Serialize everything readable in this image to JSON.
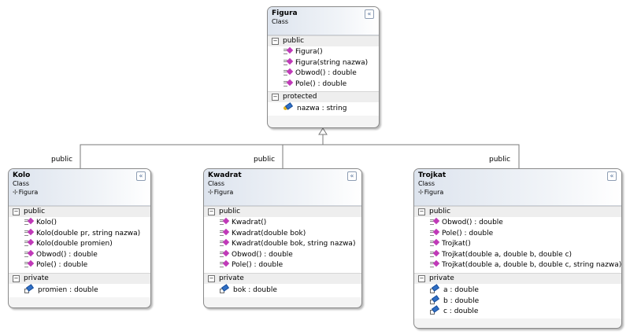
{
  "classes": {
    "figura": {
      "name": "Figura",
      "kind": "Class",
      "sections": [
        {
          "label": "public",
          "members": [
            "Figura()",
            "Figura(string nazwa)",
            "Obwod() : double",
            "Pole() : double"
          ]
        },
        {
          "label": "protected",
          "members": [
            "nazwa : string"
          ]
        }
      ]
    },
    "kolo": {
      "name": "Kolo",
      "kind": "Class",
      "inherits": "Figura",
      "sections": [
        {
          "label": "public",
          "members": [
            "Kolo()",
            "Kolo(double pr, string nazwa)",
            "Kolo(double promien)",
            "Obwod() : double",
            "Pole() : double"
          ]
        },
        {
          "label": "private",
          "members": [
            "promien : double"
          ]
        }
      ]
    },
    "kwadrat": {
      "name": "Kwadrat",
      "kind": "Class",
      "inherits": "Figura",
      "sections": [
        {
          "label": "public",
          "members": [
            "Kwadrat()",
            "Kwadrat(double bok)",
            "Kwadrat(double bok, string nazwa)",
            "Obwod() : double",
            "Pole() : double"
          ]
        },
        {
          "label": "private",
          "members": [
            "bok : double"
          ]
        }
      ]
    },
    "trojkat": {
      "name": "Trojkat",
      "kind": "Class",
      "inherits": "Figura",
      "sections": [
        {
          "label": "public",
          "members": [
            "Obwod() : double",
            "Pole() : double",
            "Trojkat()",
            "Trojkat(double a, double b, double c)",
            "Trojkat(double a, double b, double c, string nazwa)"
          ]
        },
        {
          "label": "private",
          "members": [
            "a : double",
            "b : double",
            "c : double"
          ]
        }
      ]
    }
  },
  "edges": {
    "kolo": "public",
    "kwadrat": "public",
    "trojkat": "public"
  },
  "ui": {
    "collapse_glyph": "«",
    "section_toggle_glyph": "−",
    "inherit_glyph": "✢"
  }
}
